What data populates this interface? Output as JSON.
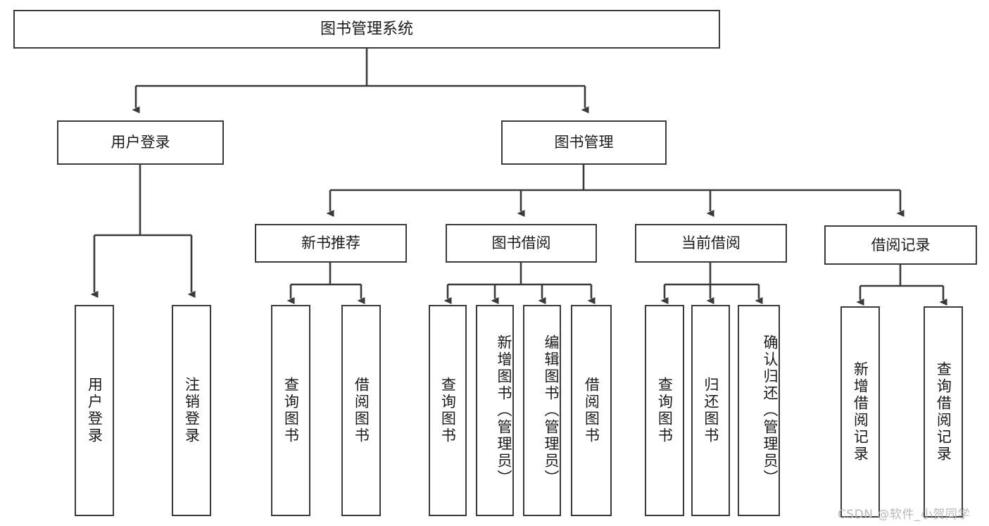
{
  "diagram": {
    "type": "tree-hierarchy",
    "title_node": {
      "label": "图书管理系统"
    },
    "level2": [
      {
        "label": "用户登录"
      },
      {
        "label": "图书管理"
      }
    ],
    "level3": [
      {
        "label": "新书推荐"
      },
      {
        "label": "图书借阅"
      },
      {
        "label": "当前借阅"
      },
      {
        "label": "借阅记录"
      }
    ],
    "leaves": {
      "user_login": [
        {
          "label": "用户登录"
        },
        {
          "label": "注销登录"
        }
      ],
      "new_book_recommend": [
        {
          "label": "查询图书"
        },
        {
          "label": "借阅图书"
        }
      ],
      "book_borrow": [
        {
          "label": "查询图书"
        },
        {
          "label": "新增图书（管理员）"
        },
        {
          "label": "编辑图书（管理员）"
        },
        {
          "label": "借阅图书"
        }
      ],
      "current_borrow": [
        {
          "label": "查询图书"
        },
        {
          "label": "归还图书"
        },
        {
          "label": "确认归还（管理员）"
        }
      ],
      "borrow_records": [
        {
          "label": "新增借阅记录"
        },
        {
          "label": "查询借阅记录"
        }
      ]
    },
    "watermark": "CSDN @软件_小贺同学",
    "colors": {
      "stroke": "#3a3a3a",
      "background": "#ffffff",
      "text": "#1a1a1a",
      "watermark": "#b9b9b9"
    }
  }
}
